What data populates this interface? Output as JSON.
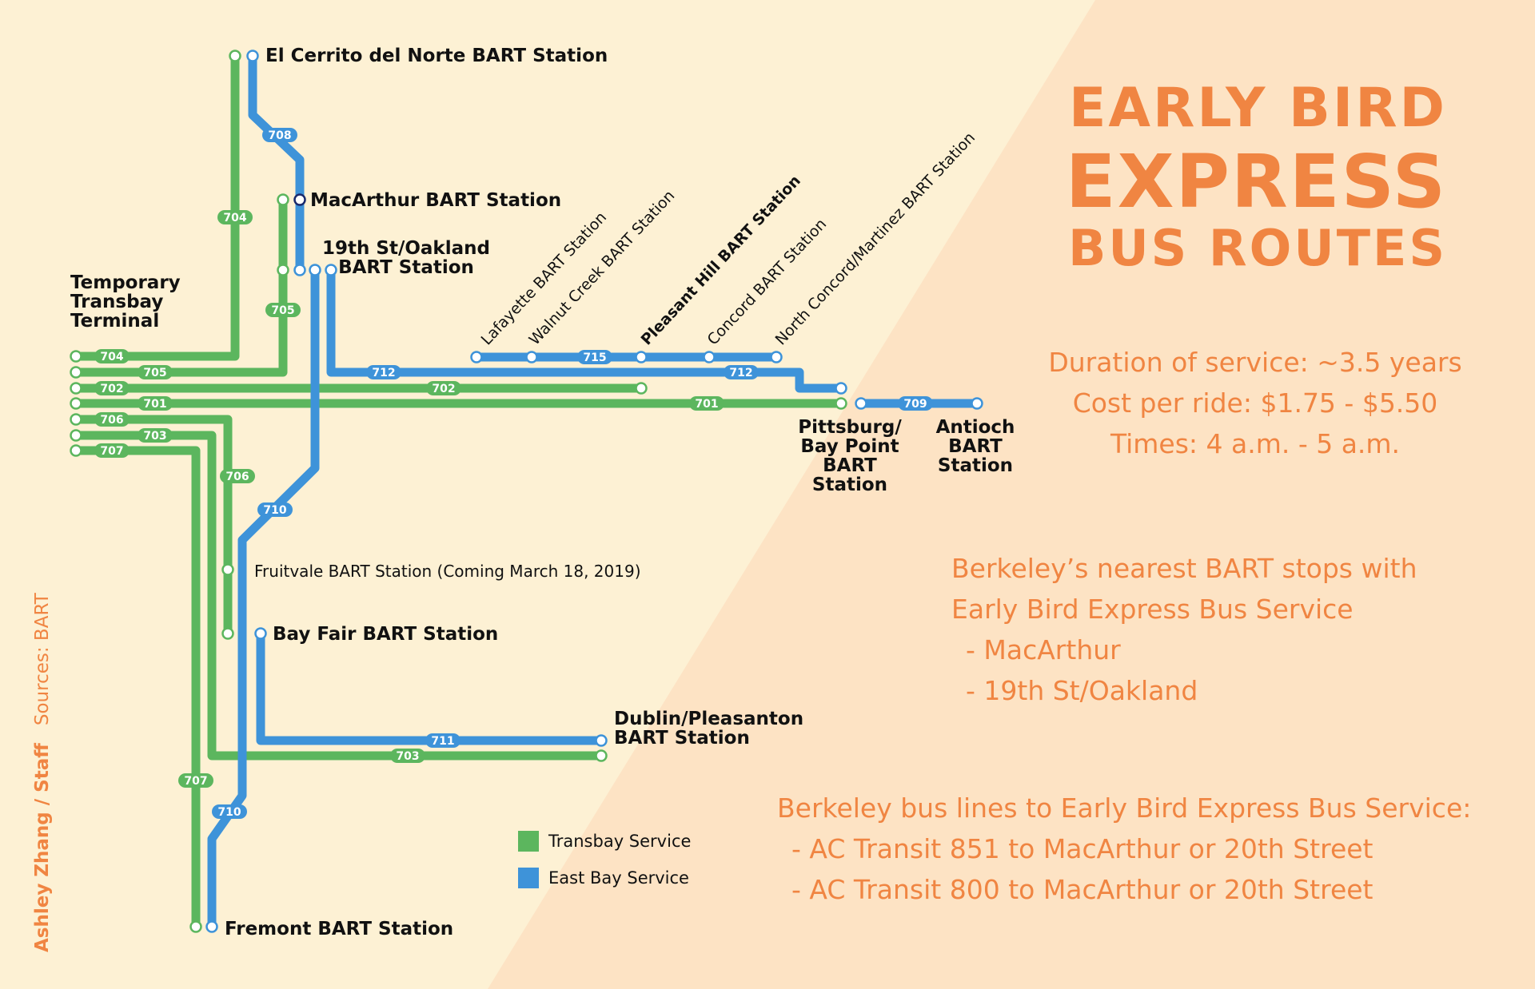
{
  "title": {
    "line1": "EARLY BIRD",
    "line2": "EXPRESS",
    "line3": "BUS ROUTES"
  },
  "info": {
    "duration": "Duration of service: ~3.5 years",
    "cost": "Cost per ride: $1.75 - $5.50",
    "times": "Times: 4 a.m. - 5 a.m."
  },
  "nearest": {
    "heading1": "Berkeley’s nearest BART stops with",
    "heading2": "Early Bird Express Bus Service",
    "items": [
      "-  MacArthur",
      "-  19th St/Oakland"
    ]
  },
  "bus_lines": {
    "heading": "Berkeley bus lines to Early Bird Express Bus Service:",
    "items": [
      "-  AC Transit 851 to MacArthur or 20th Street",
      "-  AC Transit 800 to MacArthur or 20th Street"
    ]
  },
  "credits": {
    "author": "Ashley Zhang / Staff",
    "source": "Sources: BART"
  },
  "legend": {
    "transbay": "Transbay Service",
    "eastbay": "East Bay Service"
  },
  "colors": {
    "transbay": "#5cb65e",
    "eastbay": "#3e93d9",
    "accent": "#f08542",
    "background_light": "#fdf1d4",
    "background_peach": "#fde3c4"
  },
  "stations": {
    "el_cerrito": "El Cerrito del Norte BART Station",
    "macarthur": "MacArthur BART Station",
    "nineteenth_l1": "19th St/Oakland",
    "nineteenth_l2": "BART Station",
    "transbay_l1": "Temporary",
    "transbay_l2": "Transbay",
    "transbay_l3": "Terminal",
    "lafayette": "Lafayette BART Station",
    "walnut_creek": "Walnut Creek BART Station",
    "pleasant_hill": "Pleasant Hill BART Station",
    "concord": "Concord BART Station",
    "north_concord": "North Concord/Martinez BART Station",
    "pittsburg_l1": "Pittsburg/",
    "pittsburg_l2": "Bay Point",
    "pittsburg_l3": "BART",
    "pittsburg_l4": "Station",
    "antioch_l1": "Antioch",
    "antioch_l2": "BART",
    "antioch_l3": "Station",
    "fruitvale": "Fruitvale BART Station (Coming March 18, 2019)",
    "bay_fair": "Bay Fair BART Station",
    "dublin_l1": "Dublin/Pleasanton",
    "dublin_l2": "BART Station",
    "fremont": "Fremont BART Station"
  },
  "routes": [
    {
      "id": "704",
      "service": "transbay"
    },
    {
      "id": "705",
      "service": "transbay"
    },
    {
      "id": "702",
      "service": "transbay"
    },
    {
      "id": "701",
      "service": "transbay"
    },
    {
      "id": "706",
      "service": "transbay"
    },
    {
      "id": "703",
      "service": "transbay"
    },
    {
      "id": "707",
      "service": "transbay"
    },
    {
      "id": "708",
      "service": "eastbay"
    },
    {
      "id": "712",
      "service": "eastbay"
    },
    {
      "id": "715",
      "service": "eastbay"
    },
    {
      "id": "709",
      "service": "eastbay"
    },
    {
      "id": "710",
      "service": "eastbay"
    },
    {
      "id": "711",
      "service": "eastbay"
    }
  ]
}
